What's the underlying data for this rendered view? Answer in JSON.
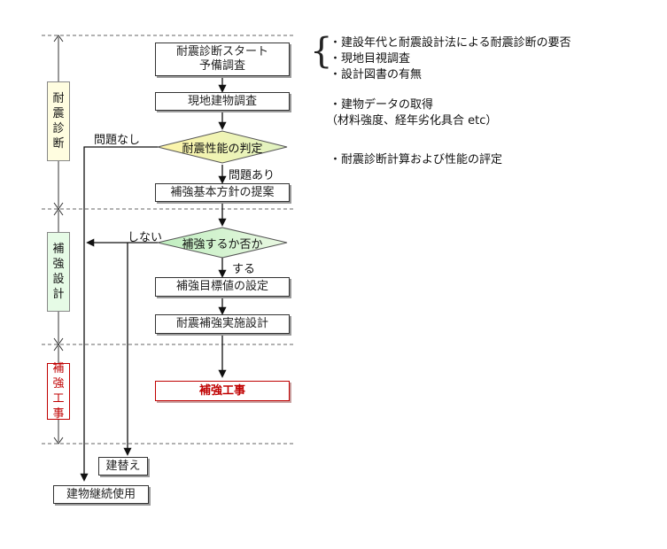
{
  "phases": {
    "diagnosis": "耐震診断",
    "design": "補強設計",
    "construction": "補強工事"
  },
  "nodes": {
    "start": [
      "耐震診断スタート",
      "予備調査"
    ],
    "survey": "現地建物調査",
    "judge": "耐震性能の判定",
    "proposal": "補強基本方針の提案",
    "decide": "補強するか否か",
    "target": "補強目標値の設定",
    "design": "耐震補強実施設計",
    "works": "補強工事",
    "rebuild": "建替え",
    "continue": "建物継続使用"
  },
  "edges": {
    "no_problem": "問題なし",
    "problem": "問題あり",
    "no_reinforce": "しない",
    "reinforce": "する"
  },
  "notes": {
    "prelim": [
      "・建設年代と耐震設計法による耐震診断の要否",
      "・現地目視調査",
      "・設計図書の有無"
    ],
    "survey": [
      "・建物データの取得",
      "（材料強度、経年劣化具合 etc）"
    ],
    "calc": "・耐震診断計算および性能の評定"
  },
  "colors": {
    "diagnosis_fill": "#fffde0",
    "design_fill": "#e6fbe6",
    "construction_border": "#c00000",
    "diamond_left": "#fff7b0",
    "diamond_right": "#e0f5c0",
    "decide_left": "#c6f0c6",
    "decide_right": "#e8f8e0"
  }
}
